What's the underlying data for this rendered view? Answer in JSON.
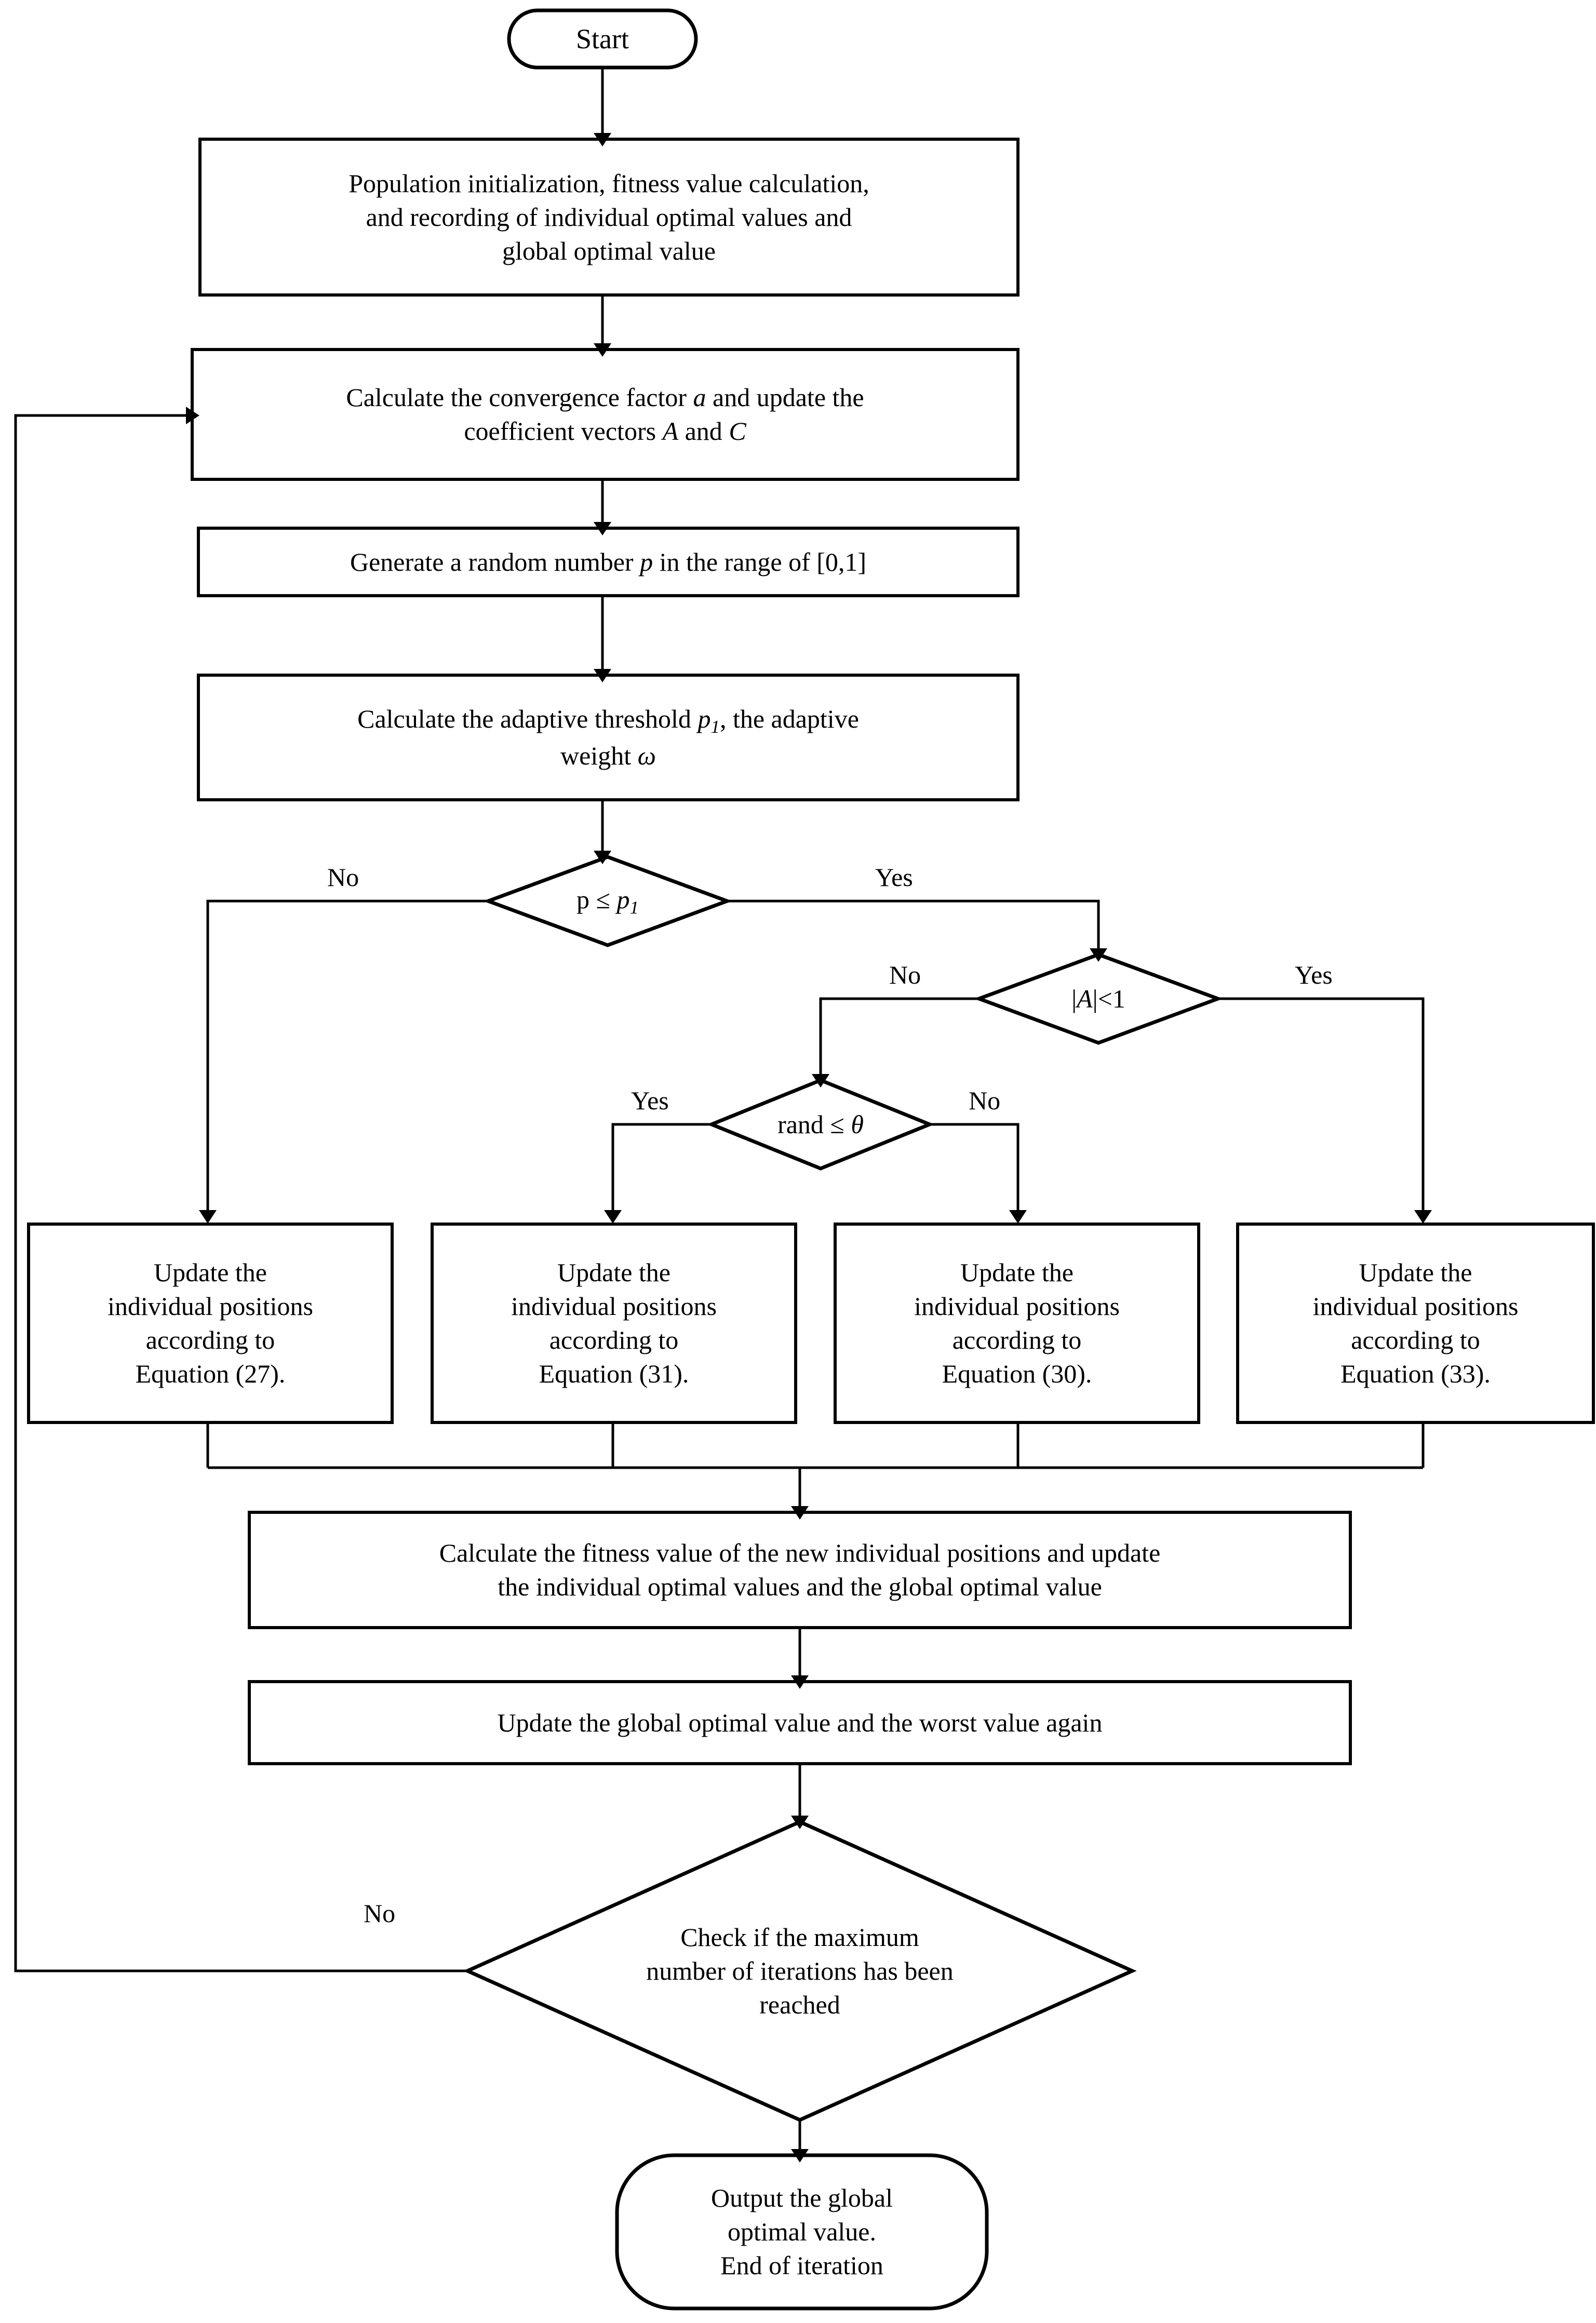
{
  "diagram": {
    "title": "Algorithm flowchart",
    "style": {
      "stroke": "#000000",
      "fill": "#ffffff",
      "text": "#000000",
      "line_width": 4
    },
    "nodes": {
      "start": {
        "label": "Start",
        "shape": "terminator"
      },
      "init": {
        "label": "Population initialization, fitness value calculation, and recording of individual optimal values and global optimal value",
        "shape": "process"
      },
      "convergence": {
        "label": "Calculate the convergence factor a and update the coefficient vectors A and C",
        "shape": "process"
      },
      "random": {
        "label": "Generate a random number p in the range of [0,1]",
        "shape": "process"
      },
      "adaptive": {
        "label": "Calculate the adaptive threshold p1, the adaptive weight ω",
        "shape": "process"
      },
      "decision_p": {
        "label": "p ≤ p1",
        "shape": "decision"
      },
      "decision_a": {
        "label": "|A|<1",
        "shape": "decision"
      },
      "decision_rand": {
        "label": "rand ≤ θ",
        "shape": "decision"
      },
      "update27": {
        "label": "Update the individual positions according to Equation (27).",
        "shape": "process"
      },
      "update31": {
        "label": "Update the individual positions according to Equation (31).",
        "shape": "process"
      },
      "update30": {
        "label": "Update the individual positions according to Equation (30).",
        "shape": "process"
      },
      "update33": {
        "label": "Update the individual positions according to Equation (33).",
        "shape": "process"
      },
      "fitness": {
        "label": "Calculate the fitness value of the new individual positions and update the individual optimal values and the global optimal value",
        "shape": "process"
      },
      "update_global": {
        "label": "Update the global optimal value and the worst value again",
        "shape": "process"
      },
      "decision_max": {
        "label": "Check if the maximum number of iterations has been reached",
        "shape": "decision"
      },
      "end": {
        "label": "Output the global optimal value. End of iteration",
        "shape": "terminator"
      }
    },
    "edge_labels": {
      "p_no": "No",
      "p_yes": "Yes",
      "a_no": "No",
      "a_yes": "Yes",
      "rand_yes": "Yes",
      "rand_no": "No",
      "max_no": "No"
    }
  },
  "text": {
    "start": "Start",
    "init_l1": "Population initialization, fitness value calculation,",
    "init_l2": "and recording of individual optimal values and",
    "init_l3": "global optimal value",
    "conv_l1_a": "Calculate the convergence factor ",
    "conv_l1_var": "a",
    "conv_l1_b": " and update the",
    "conv_l2_a": "coefficient vectors ",
    "conv_l2_var1": "A",
    "conv_l2_b": " and ",
    "conv_l2_var2": "C",
    "rand_a": "Generate a random number ",
    "rand_var": "p",
    "rand_b": " in the range of [0,1]",
    "adapt_l1_a": "Calculate the adaptive threshold ",
    "adapt_l1_var": "p",
    "adapt_l1_sub": "1",
    "adapt_l1_b": ", the adaptive",
    "adapt_l2_a": "weight ",
    "adapt_l2_var": "ω",
    "dec_p_a": "p ≤ ",
    "dec_p_var": "p",
    "dec_p_sub": "1",
    "dec_a_bar1": "|",
    "dec_a_var": "A",
    "dec_a_bar2": "|<1",
    "dec_rand_a": "rand ≤ ",
    "dec_rand_var": "θ",
    "upd_l1": "Update the",
    "upd_l2": "individual positions",
    "upd_l3": "according to",
    "upd27_l4": "Equation (27).",
    "upd31_l4": "Equation (31).",
    "upd30_l4": "Equation (30).",
    "upd33_l4": "Equation (33).",
    "fit_l1": "Calculate the fitness value of the new individual positions and update",
    "fit_l2": "the individual optimal values and the global optimal value",
    "upglobal": "Update the global optimal value and the worst value again",
    "max_l1": "Check if the maximum",
    "max_l2": "number of iterations has been",
    "max_l3": "reached",
    "end_l1": "Output the global",
    "end_l2": "optimal value.",
    "end_l3": "End of iteration",
    "lbl_p_no": "No",
    "lbl_p_yes": "Yes",
    "lbl_a_no": "No",
    "lbl_a_yes": "Yes",
    "lbl_rand_yes": "Yes",
    "lbl_rand_no": "No",
    "lbl_max_no": "No"
  }
}
